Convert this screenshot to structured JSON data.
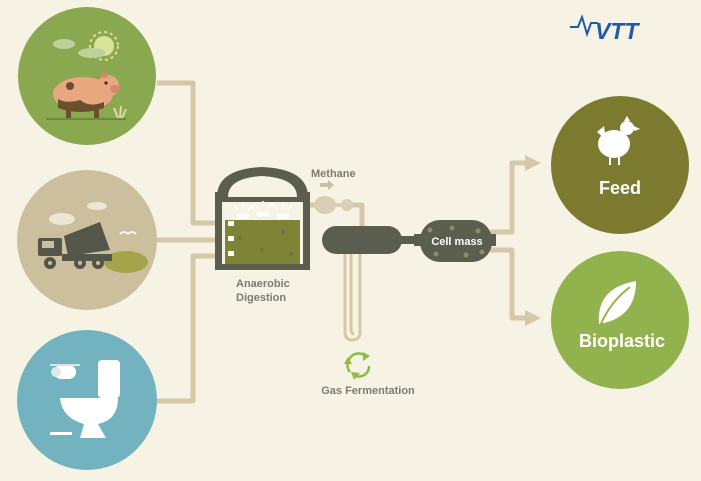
{
  "logo": {
    "text": "VTT",
    "color": "#1e5aa8"
  },
  "sources": [
    {
      "name": "farm-animals",
      "icon": "pig-icon",
      "color": "#8aa850"
    },
    {
      "name": "waste-truck",
      "icon": "dump-truck-icon",
      "color": "#cbbf9e"
    },
    {
      "name": "sewage",
      "icon": "toilet-icon",
      "color": "#73b3bf"
    }
  ],
  "process": {
    "digestion_label_line1": "Anaerobic",
    "digestion_label_line2": "Digestion",
    "methane_label": "Methane",
    "fermentation_label": "Gas Fermentation",
    "cell_mass_label": "Cell mass"
  },
  "outputs": [
    {
      "label": "Feed",
      "icon": "chicken-icon",
      "color": "#7b7a2f"
    },
    {
      "label": "Bioplastic",
      "icon": "leaf-icon",
      "color": "#92b24d"
    }
  ],
  "colors": {
    "background": "#f6f3e4",
    "pipe": "#d4c8a8",
    "equipment": "#5b5d4e",
    "digester_fill": "#7f8335",
    "label_gray": "#7d7b72",
    "recycle_green": "#8cbc42"
  }
}
